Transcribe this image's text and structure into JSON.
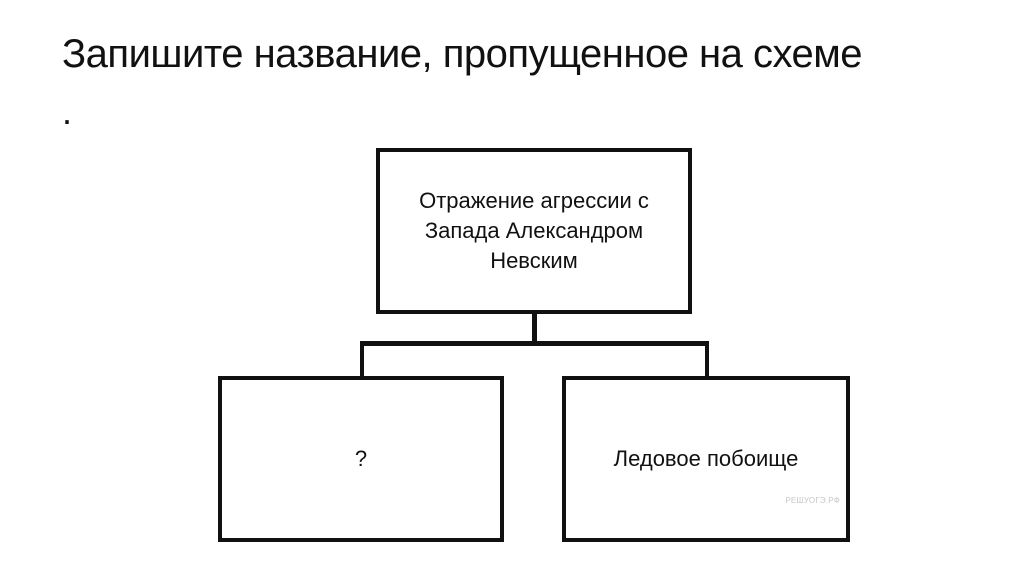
{
  "slide": {
    "title": "Запишите название, пропущенное на схеме",
    "bullet": "."
  },
  "diagram": {
    "top_box": "Отражение агрессии с Запада Александром Невским",
    "left_box": "?",
    "right_box": "Ледовое побоище"
  },
  "watermark": "РЕШУОГЭ.РФ"
}
